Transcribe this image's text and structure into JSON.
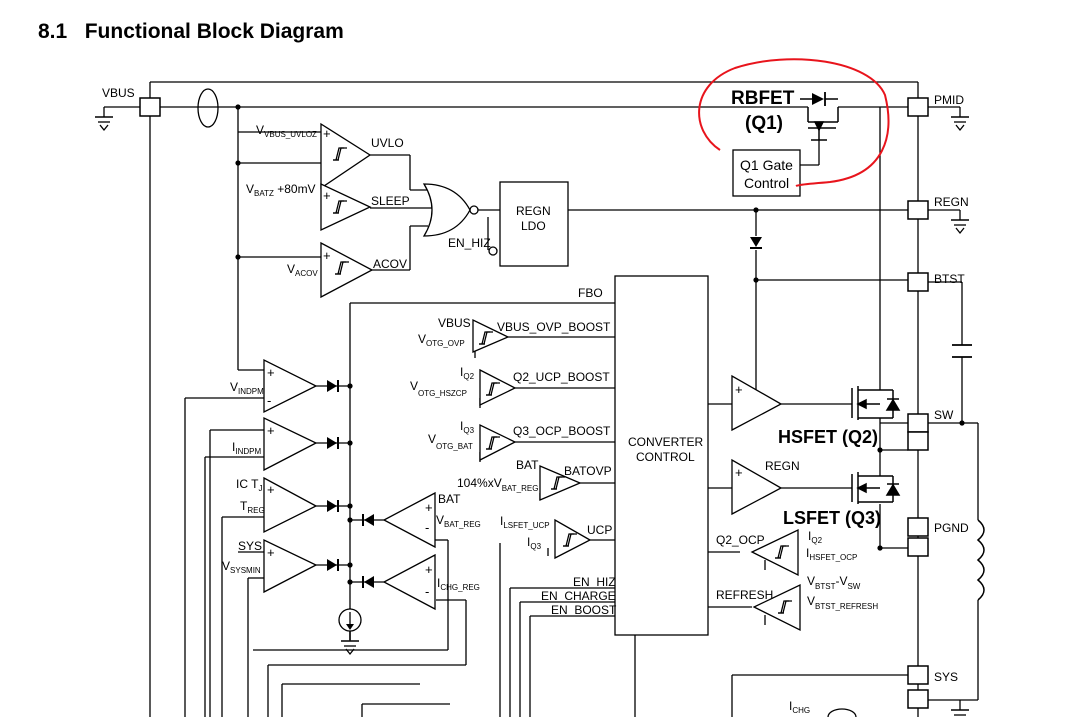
{
  "heading": {
    "number": "8.1",
    "title": "Functional Block Diagram"
  },
  "pins": {
    "vbus": "VBUS",
    "pmid": "PMID",
    "regn": "REGN",
    "btst": "BTST",
    "sw": "SW",
    "pgnd": "PGND",
    "sys": "SYS"
  },
  "blocks": {
    "rbfet": "RBFET",
    "q1": "(Q1)",
    "q1gate_line1": "Q1 Gate",
    "q1gate_line2": "Control",
    "regn_ldo_line1": "REGN",
    "regn_ldo_line2": "LDO",
    "converter_line1": "CONVERTER",
    "converter_line2": "CONTROL",
    "hsfet": "HSFET (Q2)",
    "lsfet": "LSFET (Q3)"
  },
  "signals": {
    "vbus_uvloz": "V",
    "vbus_uvloz_sub": "VBUS_UVLOZ",
    "uvlo": "UVLO",
    "vbatz": "V",
    "vbatz_sub": "BATZ",
    "vbatz_suffix": " +80mV",
    "sleep": "SLEEP",
    "vacov": "V",
    "vacov_sub": "ACOV",
    "acov": "ACOV",
    "en_hiz_gate": "EN_HIZ",
    "fbo": "FBO",
    "vbus_in": "VBUS",
    "votg_ovp": "V",
    "votg_ovp_sub": "OTG_OVP",
    "vbus_ovp_boost": "VBUS_OVP_BOOST",
    "iq2": "I",
    "iq2_sub": "Q2",
    "votg_hszcp": "V",
    "votg_hszcp_sub": "OTG_HSZCP",
    "q2_ucp_boost": "Q2_UCP_BOOST",
    "iq3": "I",
    "iq3_sub": "Q3",
    "votg_bat": "V",
    "votg_bat_sub": "OTG_BAT",
    "q3_ocp_boost": "Q3_OCP_BOOST",
    "bat_in": "BAT",
    "vbat_reg_104": "104%xV",
    "vbat_reg_104_sub": "BAT_REG",
    "batovp": "BATOVP",
    "vindpm": "V",
    "vindpm_sub": "INDPM",
    "iindpm": "I",
    "iindpm_sub": "INDPM",
    "ic_tj": "IC T",
    "ic_tj_sub": "J",
    "treg": "T",
    "treg_sub": "REG",
    "sys_in": "SYS",
    "vsysmin": "V",
    "vsysmin_sub": "SYSMIN",
    "bat_fb": "BAT",
    "vbat_reg": "V",
    "vbat_reg_sub": "BAT_REG",
    "ichg_reg": "I",
    "ichg_reg_sub": "CHG_REG",
    "ilsfet_ucp": "I",
    "ilsfet_ucp_sub": "LSFET_UCP",
    "iq3_b": "I",
    "iq3_b_sub": "Q3",
    "ucp": "UCP",
    "en_hiz": "EN_HIZ",
    "en_charge": "EN_CHARGE",
    "en_boost": "EN_BOOST",
    "regn_drv": "REGN",
    "q2_ocp": "Q2_OCP",
    "iq2_b": "I",
    "iq2_b_sub": "Q2",
    "ihsfet_ocp": "I",
    "ihsfet_ocp_sub": "HSFET_OCP",
    "refresh": "REFRESH",
    "vbtst_vsw": "V",
    "vbtst_vsw_sub": "BTST",
    "vbtst_vsw_mid": "-V",
    "vbtst_vsw_sub2": "SW",
    "vbtst_refresh": "V",
    "vbtst_refresh_sub": "BTST_REFRESH",
    "ichg": "I",
    "ichg_sub": "CHG",
    "plus": "+",
    "minus": "-"
  },
  "colors": {
    "ink": "#000000",
    "annotation": "#e8141c",
    "background": "#ffffff"
  }
}
